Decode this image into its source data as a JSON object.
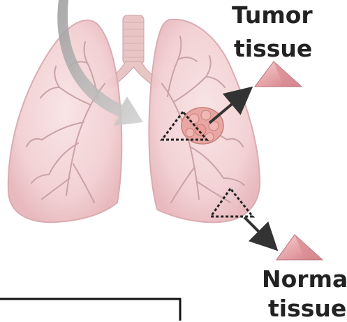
{
  "labels": {
    "tumor_line1": "Tumor",
    "tumor_line2": "tissue",
    "normal_line1": "Normal",
    "normal_line2": "tissue"
  },
  "colors": {
    "lung_fill": "#f3d4d6",
    "lung_edge": "#d9a8ad",
    "bronchi": "#c9a2a7",
    "trachea": "#e8c6c6",
    "tumor": "#e9a7a3",
    "curved_arrow": "#b8b8b8",
    "sample_arrow": "#333333",
    "tissue_pyramid": "#e8a9ad",
    "frame_box": "#111111"
  },
  "icons": {
    "tumor_sample": "pyramid-icon",
    "normal_sample": "pyramid-icon"
  }
}
